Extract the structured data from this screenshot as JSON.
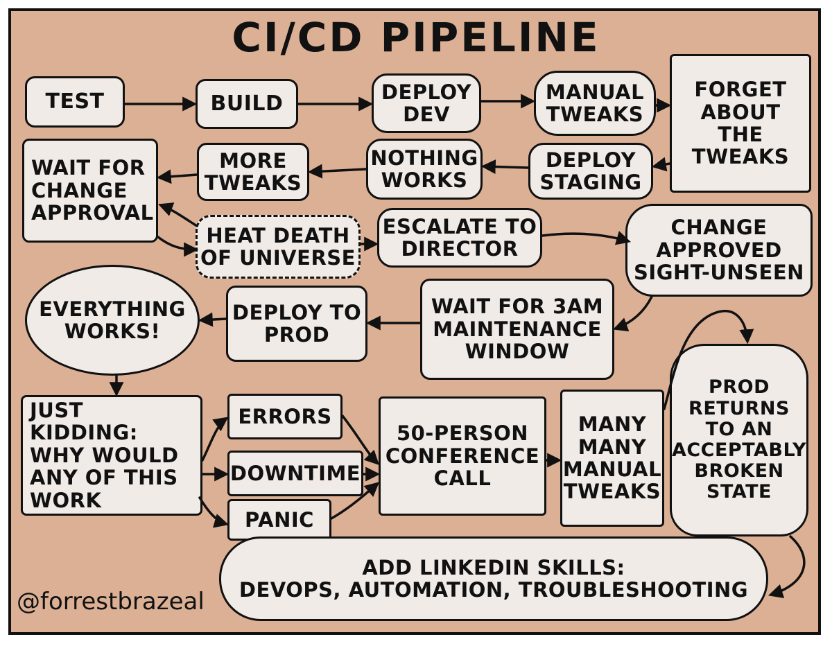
{
  "title": "CI/CD PIPELINE",
  "credit": "@forrestbrazeal",
  "nodes": {
    "test": "TEST",
    "build": "BUILD",
    "deploy_dev": "DEPLOY\nDEV",
    "manual_tweaks": "MANUAL\nTWEAKS",
    "forget_tweaks": "FORGET\nABOUT\nTHE\nTWEAKS",
    "deploy_staging": "DEPLOY\nSTAGING",
    "nothing_works": "NOTHING\nWORKS",
    "more_tweaks": "MORE\nTWEAKS",
    "wait_change_approval": "WAIT FOR\nCHANGE\nAPPROVAL",
    "heat_death": "HEAT DEATH\nOF UNIVERSE",
    "escalate_director": "ESCALATE TO\nDIRECTOR",
    "change_approved": "CHANGE\nAPPROVED\nSIGHT-UNSEEN",
    "wait_3am": "WAIT FOR 3AM\nMAINTENANCE\nWINDOW",
    "deploy_prod": "DEPLOY TO\nPROD",
    "everything_works": "EVERYTHING\nWORKS!",
    "just_kidding": "JUST KIDDING:\nWHY WOULD\nANY OF THIS\nWORK",
    "errors": "ERRORS",
    "downtime": "DOWNTIME",
    "panic": "PANIC",
    "conference_call": "50-PERSON\nCONFERENCE\nCALL",
    "many_tweaks": "MANY\nMANY\nMANUAL\nTWEAKS",
    "prod_returns": "PROD\nRETURNS\nTO AN\nACCEPTABLY\nBROKEN\nSTATE",
    "linkedin": "ADD LINKEDIN SKILLS:\nDEVOPS, AUTOMATION, TROUBLESHOOTING"
  },
  "colors": {
    "background": "#dcb095",
    "box_fill": "#f1ebe7",
    "ink": "#111111"
  }
}
